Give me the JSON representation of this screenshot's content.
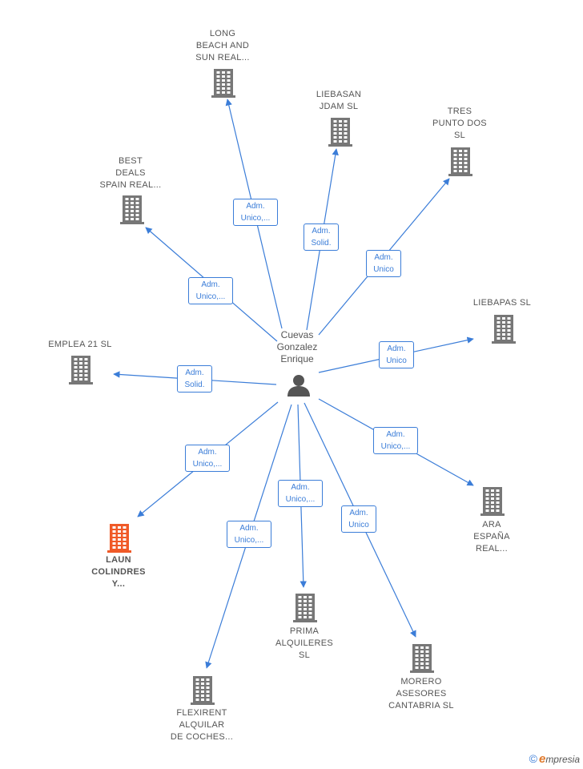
{
  "center": {
    "name": "Cuevas\nGonzalez\nEnrique",
    "icon": "person-icon",
    "color": "#555555"
  },
  "colors": {
    "edge": "#3b7dd8",
    "building": "#777777",
    "highlight": "#f05a28"
  },
  "companies": [
    {
      "id": "long-beach",
      "label": "LONG\nBEACH AND\nSUN REAL...",
      "relation": "Adm.\nUnico,...",
      "highlight": false
    },
    {
      "id": "liebasan",
      "label": "LIEBASAN\nJDAM  SL",
      "relation": "Adm.\nSolid.",
      "highlight": false
    },
    {
      "id": "tres-punto",
      "label": "TRES\nPUNTO DOS\nSL",
      "relation": "Adm.\nUnico",
      "highlight": false
    },
    {
      "id": "best-deals",
      "label": "BEST\nDEALS\nSPAIN REAL...",
      "relation": "Adm.\nUnico,...",
      "highlight": false
    },
    {
      "id": "liebapas",
      "label": "LIEBAPAS SL",
      "relation": "Adm.\nUnico",
      "highlight": false
    },
    {
      "id": "emplea",
      "label": "EMPLEA 21  SL",
      "relation": "Adm.\nSolid.",
      "highlight": false
    },
    {
      "id": "ara-espana",
      "label": "ARA\nESPAÑA\nREAL...",
      "relation": "Adm.\nUnico,...",
      "highlight": false
    },
    {
      "id": "laun",
      "label": "LAUN\nCOLINDRES\nY...",
      "relation": "Adm.\nUnico,...",
      "highlight": true
    },
    {
      "id": "prima",
      "label": "PRIMA\nALQUILERES\nSL",
      "relation": "Adm.\nUnico,...",
      "highlight": false
    },
    {
      "id": "morero",
      "label": "MORERO\nASESORES\nCANTABRIA  SL",
      "relation": "Adm.\nUnico",
      "highlight": false
    },
    {
      "id": "flexirent",
      "label": "FLEXIRENT\nALQUILAR\nDE COCHES...",
      "relation": "Adm.\nUnico,...",
      "highlight": false
    }
  ],
  "brand": {
    "copyright": "©",
    "initial": "e",
    "name": "mpresia"
  }
}
